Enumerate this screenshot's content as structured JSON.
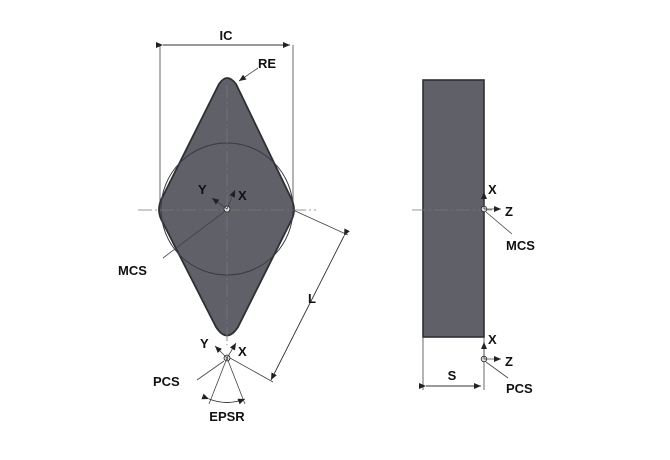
{
  "labels": {
    "ic": "IC",
    "re": "RE",
    "top_y": "Y",
    "top_x": "X",
    "mcs": "MCS",
    "l": "L",
    "bottom_y": "Y",
    "bottom_x": "X",
    "pcs": "PCS",
    "epsr": "EPSR",
    "side_top_x": "X",
    "side_top_z": "Z",
    "side_mcs": "MCS",
    "side_bottom_x": "X",
    "side_bottom_z": "Z",
    "s": "S",
    "side_pcs": "PCS"
  },
  "colors": {
    "insert_fill": "#5f6068",
    "insert_stroke": "#2e2f35",
    "lines": "#333333"
  }
}
